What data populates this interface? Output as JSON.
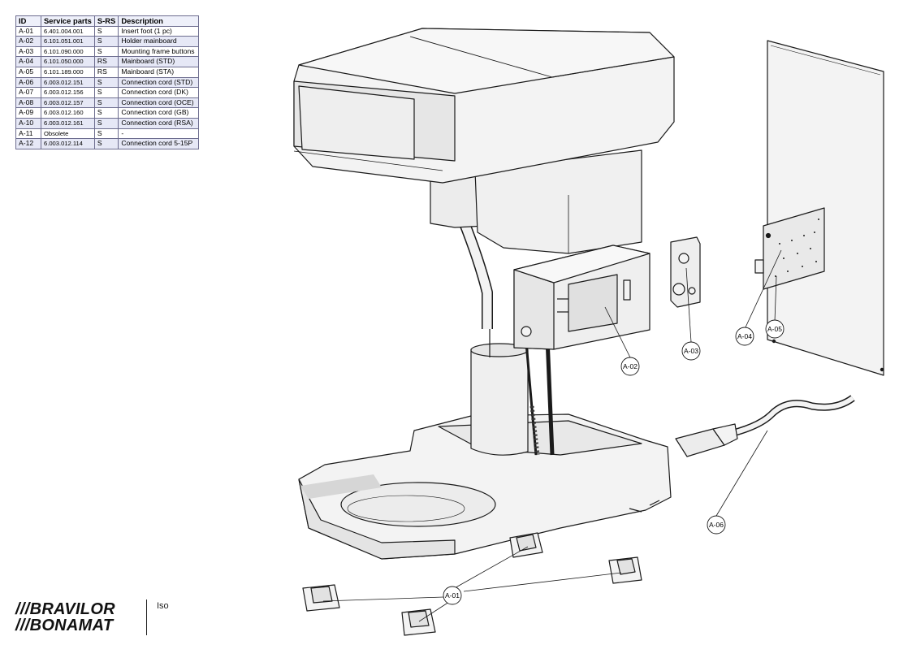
{
  "parts_table": {
    "headers": {
      "id": "ID",
      "service_parts": "Service parts",
      "srs": "S-RS",
      "description": "Description"
    },
    "rows": [
      {
        "id": "A-01",
        "part": "6.401.004.001",
        "srs": "S",
        "desc": "Insert foot (1 pc)"
      },
      {
        "id": "A-02",
        "part": "6.101.051.001",
        "srs": "S",
        "desc": "Holder mainboard"
      },
      {
        "id": "A-03",
        "part": "6.101.090.000",
        "srs": "S",
        "desc": "Mounting frame buttons"
      },
      {
        "id": "A-04",
        "part": "6.101.050.000",
        "srs": "RS",
        "desc": "Mainboard (STD)"
      },
      {
        "id": "A-05",
        "part": "6.101.189.000",
        "srs": "RS",
        "desc": "Mainboard (STA)"
      },
      {
        "id": "A-06",
        "part": "6.003.012.151",
        "srs": "S",
        "desc": "Connection cord (STD)"
      },
      {
        "id": "A-07",
        "part": "6.003.012.156",
        "srs": "S",
        "desc": "Connection cord (DK)"
      },
      {
        "id": "A-08",
        "part": "6.003.012.157",
        "srs": "S",
        "desc": "Connection cord (OCE)"
      },
      {
        "id": "A-09",
        "part": "6.003.012.160",
        "srs": "S",
        "desc": "Connection cord (GB)"
      },
      {
        "id": "A-10",
        "part": "6.003.012.161",
        "srs": "S",
        "desc": "Connection cord (RSA)"
      },
      {
        "id": "A-11",
        "part": "Obsolete",
        "srs": "S",
        "desc": "-"
      },
      {
        "id": "A-12",
        "part": "6.003.012.114",
        "srs": "S",
        "desc": "Connection cord 5-15P"
      }
    ]
  },
  "callouts": {
    "a01": "A-01",
    "a02": "A-02",
    "a03": "A-03",
    "a04": "A-04",
    "a05": "A-05",
    "a06": "A-06"
  },
  "brand": {
    "line1": "///BRAVILOR",
    "line2": "///BONAMAT",
    "model": "Iso"
  },
  "colors": {
    "line": "#1a1a1a",
    "body_fill": "#f3f3f3",
    "shadow": "#dadada",
    "table_border": "#6d6d8f",
    "table_alt_row": "#e6e8f6"
  }
}
